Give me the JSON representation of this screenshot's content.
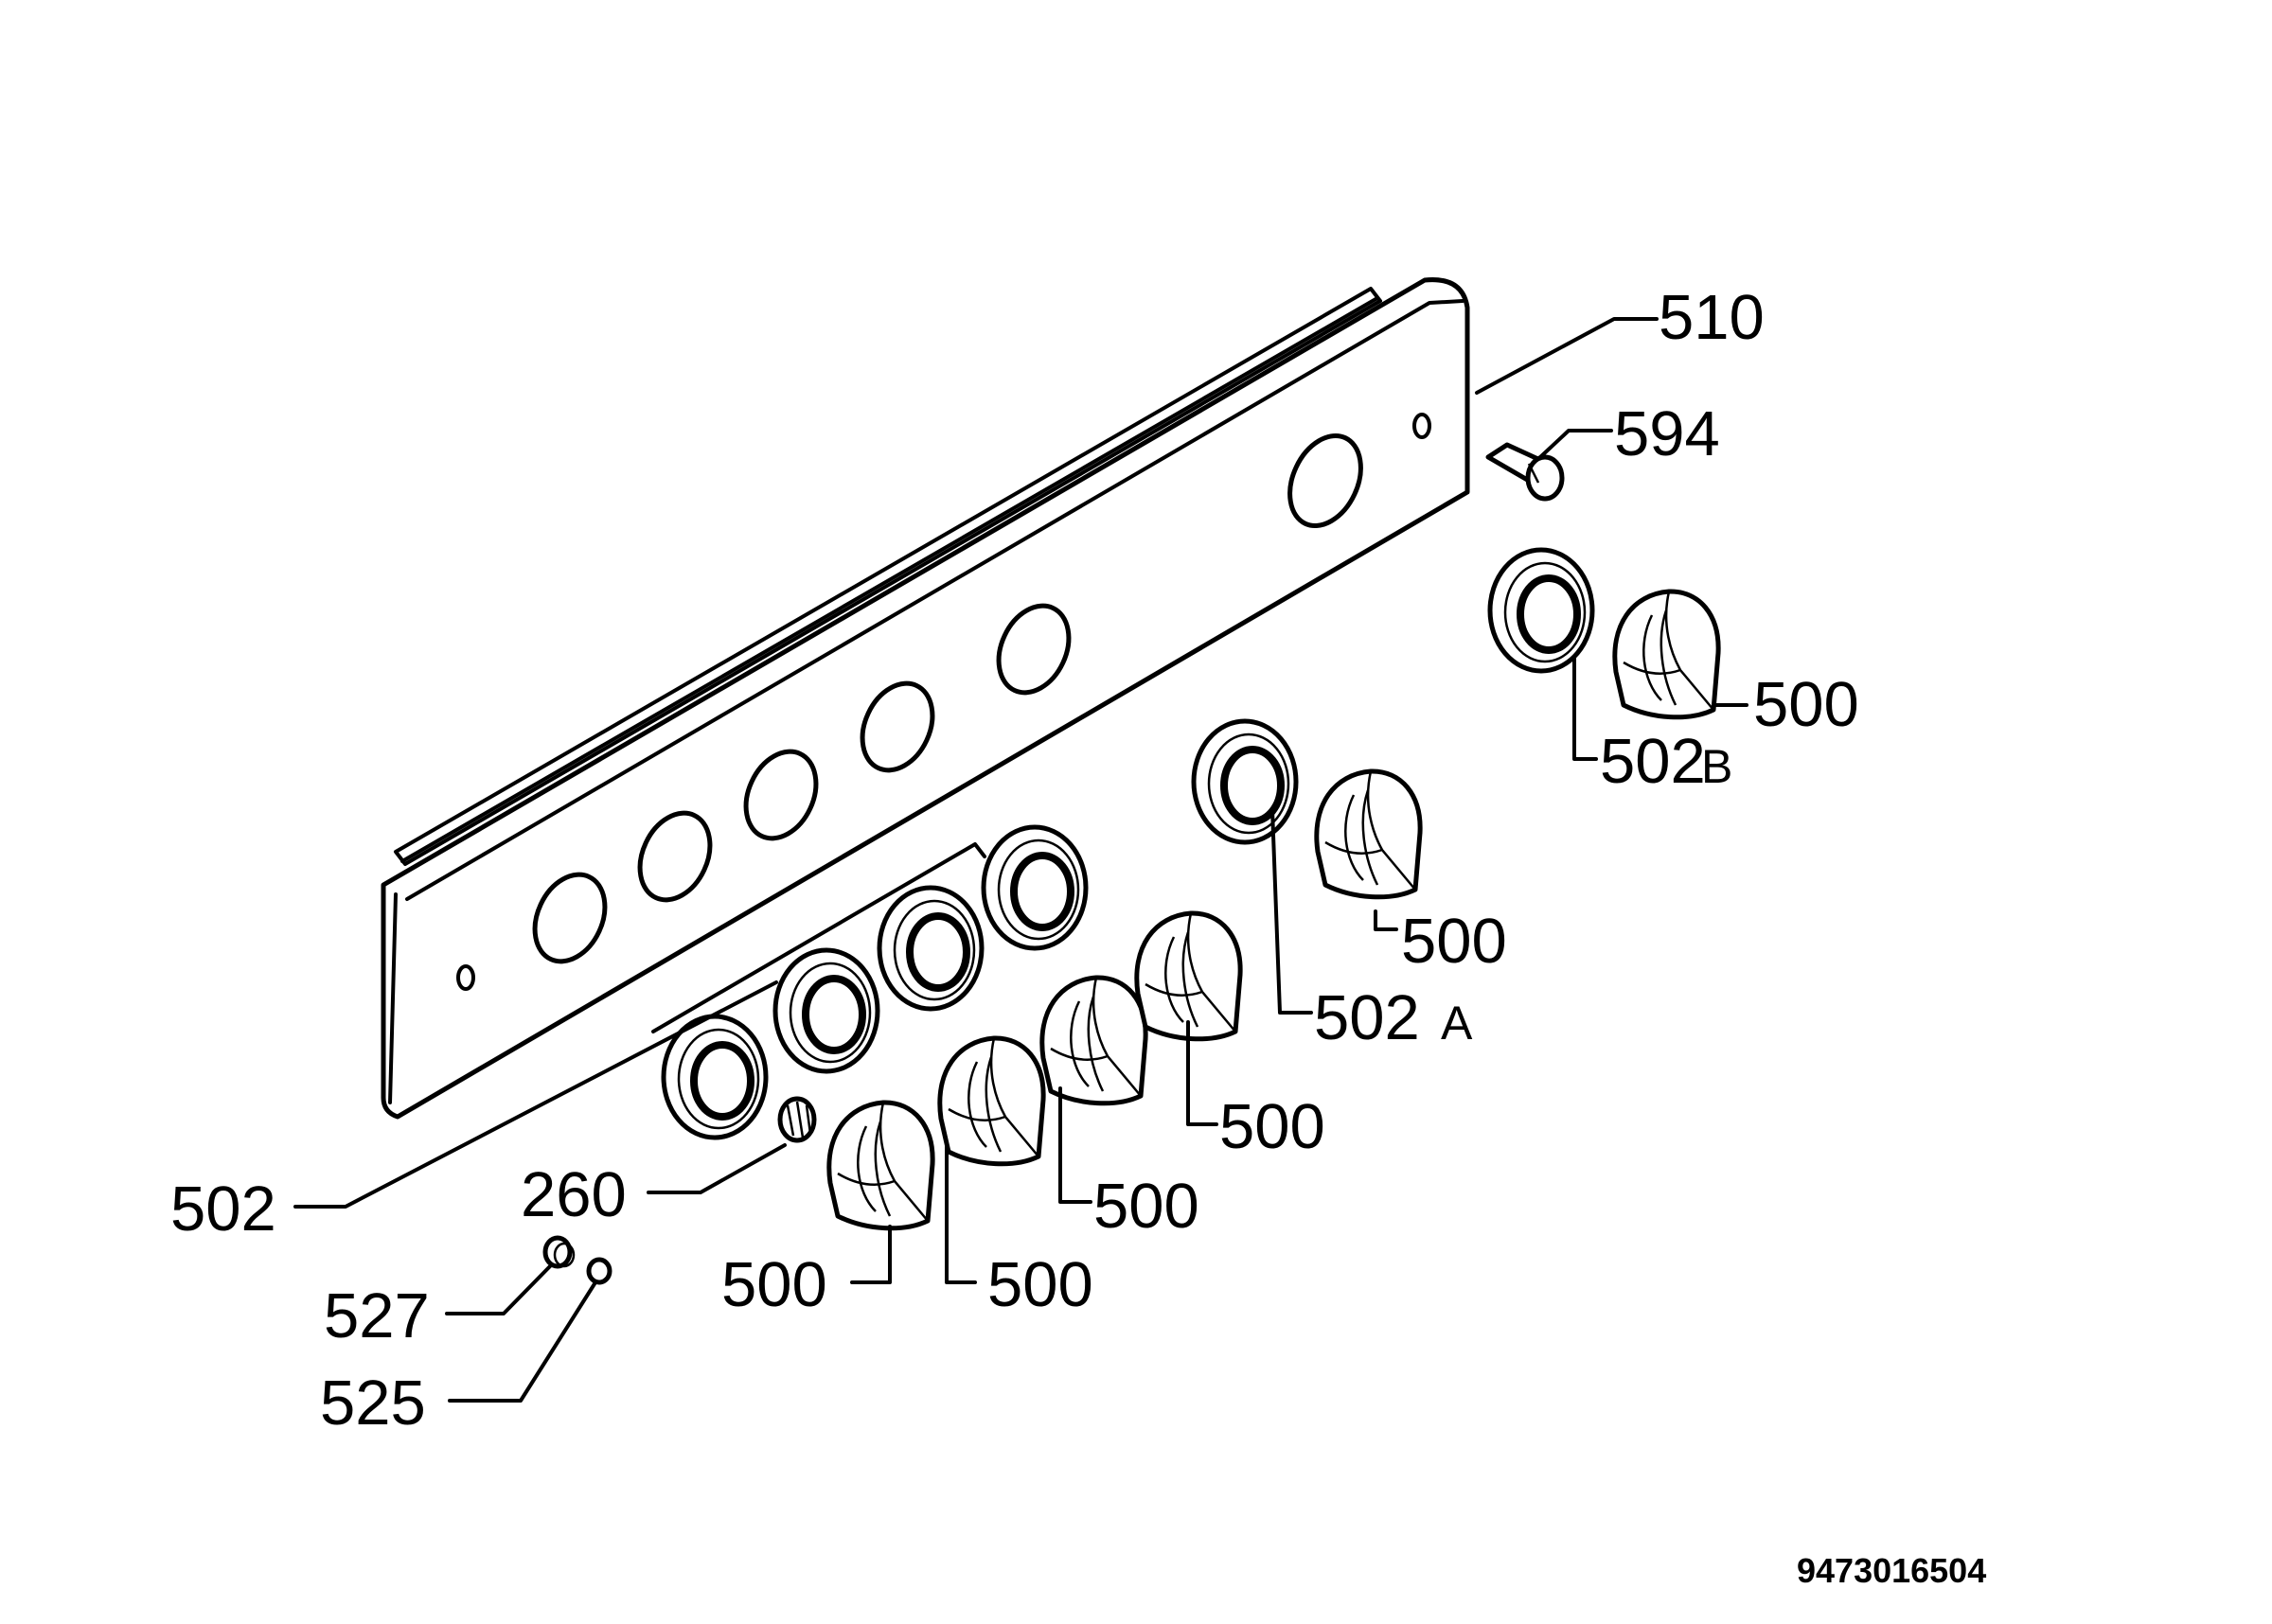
{
  "labels": {
    "l510": "510",
    "l594": "594",
    "l500a": "500",
    "l502b_num": "502",
    "l502b_suf": "B",
    "l500b": "500",
    "l502a_num": "502",
    "l502a_suf": "A",
    "l500c": "500",
    "l500d": "500",
    "l500e": "500",
    "l500f": "500",
    "l502": "502",
    "l260": "260",
    "l527": "527",
    "l525": "525"
  },
  "drawing_code": "9473016504"
}
